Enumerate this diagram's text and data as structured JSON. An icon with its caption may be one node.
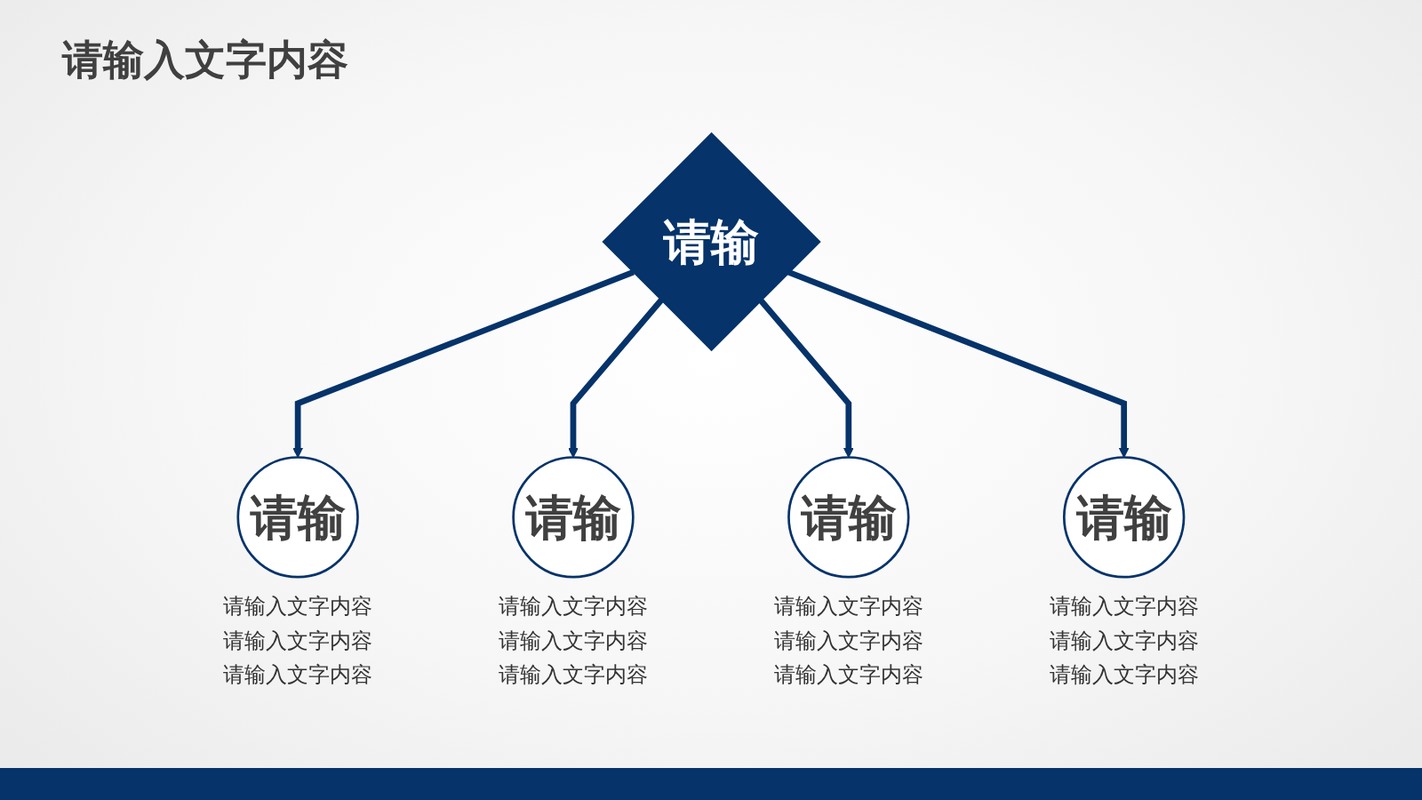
{
  "diagram": {
    "title": "请输入文字内容",
    "nodes": [
      {
        "text": [
          "请输"
        ],
        "beside": [
          "请输入文字内容",
          "请输入文字内容",
          "请输入文字内容"
        ]
      },
      {
        "text": [
          "请输"
        ],
        "beside": [
          "请输入文字内容",
          "请输入文字内容",
          "请输入文字内容"
        ]
      },
      {
        "text": [
          "请输"
        ]
      },
      {
        "text": [
          "请输"
        ],
        "beside": [
          "请输入文字内容",
          "请输入文字内容",
          "请输入文字内容"
        ]
      },
      {
        "text": [
          "请输"
        ],
        "beside": [
          "请输入文字内容",
          "请输入文字内容",
          "请输入文字内容"
        ]
      }
    ],
    "edges": [
      {
        "from": 2,
        "to": 0,
        "arrow": "to"
      },
      {
        "from": 2,
        "to": 1,
        "arrow": "to"
      },
      {
        "from": 2,
        "to": 3,
        "arrow": "to"
      },
      {
        "from": 2,
        "to": 4,
        "arrow": "to"
      }
    ]
  }
}
